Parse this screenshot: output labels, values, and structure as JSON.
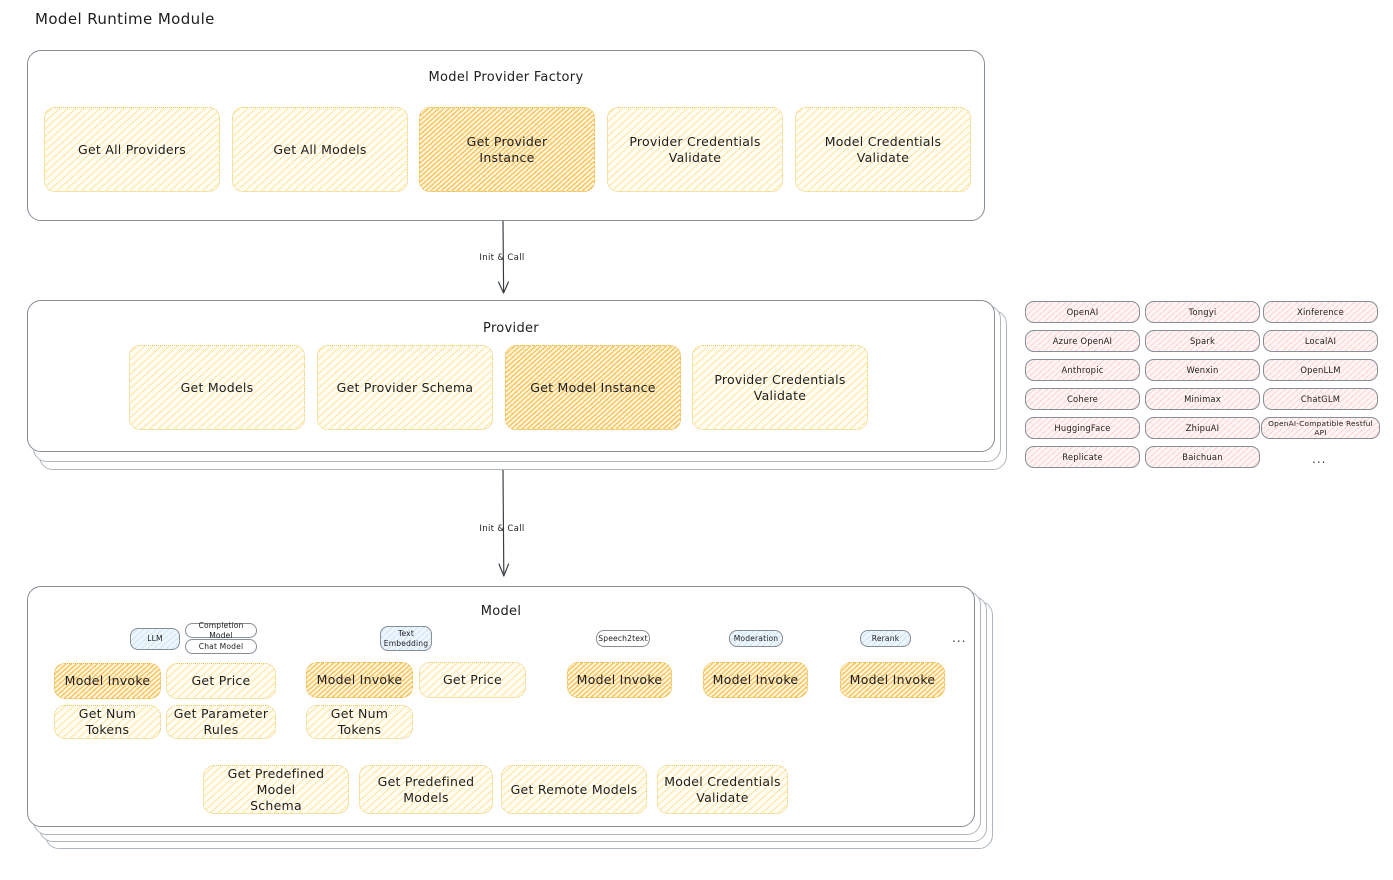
{
  "page": {
    "title": "Model Runtime Module"
  },
  "factory": {
    "title": "Model Provider Factory",
    "nodes": [
      {
        "label": "Get All Providers",
        "highlight": false
      },
      {
        "label": "Get All Models",
        "highlight": false
      },
      {
        "label": "Get Provider Instance",
        "highlight": true
      },
      {
        "label": "Provider Credentials Validate",
        "highlight": false
      },
      {
        "label": "Model Credentials Validate",
        "highlight": false
      }
    ]
  },
  "arrows": [
    {
      "label": "Init & Call"
    },
    {
      "label": "Init & Call"
    }
  ],
  "provider": {
    "title": "Provider",
    "nodes": [
      {
        "label": "Get Models",
        "highlight": false
      },
      {
        "label": "Get Provider Schema",
        "highlight": false
      },
      {
        "label": "Get Model Instance",
        "highlight": true
      },
      {
        "label": "Provider Credentials Validate",
        "highlight": false
      }
    ]
  },
  "provider_list": {
    "columns": [
      [
        "OpenAI",
        "Azure OpenAI",
        "Anthropic",
        "Cohere",
        "HuggingFace",
        "Replicate"
      ],
      [
        "Tongyi",
        "Spark",
        "Wenxin",
        "Minimax",
        "ZhipuAI",
        "Baichuan"
      ],
      [
        "Xinference",
        "LocalAI",
        "OpenLLM",
        "ChatGLM",
        "OpenAI-Compatible Restful API"
      ]
    ],
    "more": "..."
  },
  "model": {
    "title": "Model",
    "more": "...",
    "types": [
      {
        "badge": "LLM",
        "sub_badges": [
          "Completion Model",
          "Chat Model"
        ],
        "methods": [
          {
            "label": "Model Invoke",
            "highlight": true
          },
          {
            "label": "Get Price",
            "highlight": false
          },
          {
            "label": "Get Num Tokens",
            "highlight": false
          },
          {
            "label": "Get Parameter Rules",
            "highlight": false
          }
        ]
      },
      {
        "badge": "Text Embedding",
        "sub_badges": [],
        "methods": [
          {
            "label": "Model Invoke",
            "highlight": true
          },
          {
            "label": "Get Price",
            "highlight": false
          },
          {
            "label": "Get Num Tokens",
            "highlight": false
          }
        ]
      },
      {
        "badge": "Speech2text",
        "sub_badges": [],
        "methods": [
          {
            "label": "Model Invoke",
            "highlight": true
          }
        ]
      },
      {
        "badge": "Moderation",
        "sub_badges": [],
        "methods": [
          {
            "label": "Model Invoke",
            "highlight": true
          }
        ]
      },
      {
        "badge": "Rerank",
        "sub_badges": [],
        "methods": [
          {
            "label": "Model Invoke",
            "highlight": true
          }
        ]
      }
    ],
    "common_methods": [
      "Get Predefined Model Schema",
      "Get Predefined Models",
      "Get Remote Models",
      "Model Credentials Validate"
    ]
  },
  "colors": {
    "node_fill": "#fffdf3",
    "node_stroke": "#e8c96a",
    "highlight_fill": "#fff6e0",
    "pill_fill": "#fff5f5",
    "pill_stroke": "#868e96",
    "badge_fill": "#eef6fd",
    "container_stroke": "#868e96",
    "text": "#1e1e1e"
  }
}
